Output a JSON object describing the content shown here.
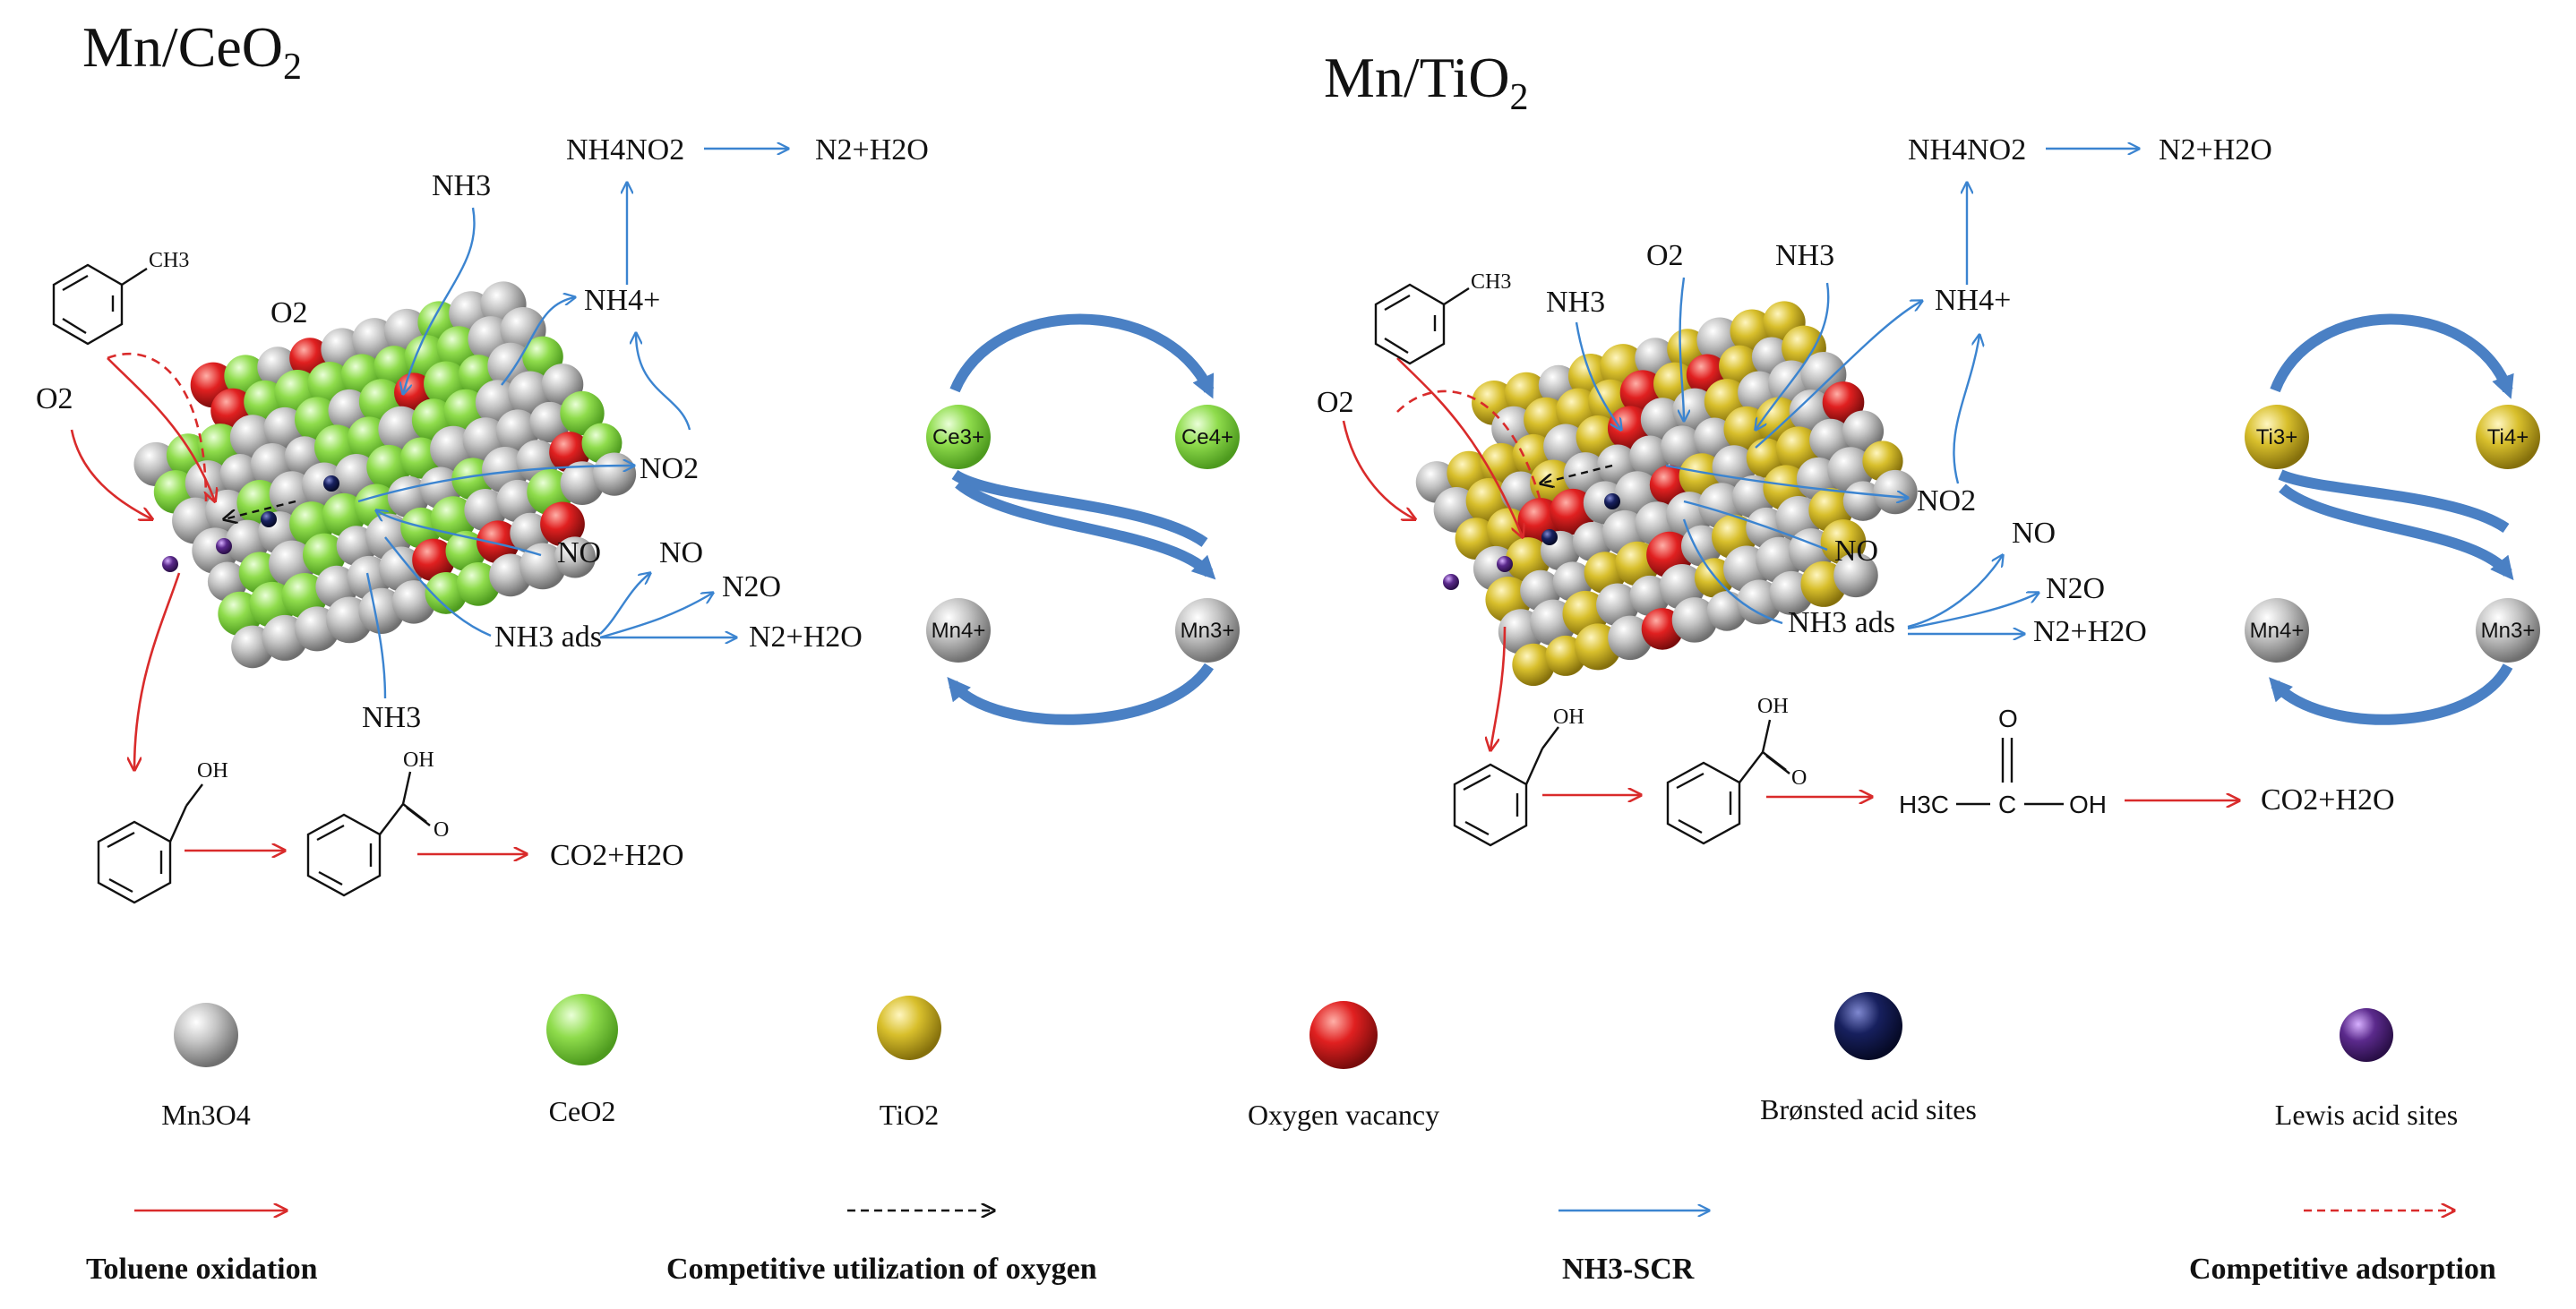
{
  "titles": {
    "left_html": [
      "Mn/CeO",
      "2"
    ],
    "right_html": [
      "Mn/TiO",
      "2"
    ]
  },
  "left": {
    "nh4no2": "NH4NO2",
    "n2h2o_top": "N2+H2O",
    "nh3_top": "NH3",
    "nh4": "NH4+",
    "o2_a": "O2",
    "o2_b": "O2",
    "no2": "NO2",
    "no_a": "NO",
    "no_b": "NO",
    "n2o": "N2O",
    "nh3_ads": "NH3 ads",
    "n2h2o_mid": "N2+H2O",
    "nh3_bottom": "NH3",
    "co2h2o": "CO2+H2O",
    "ch3": "CH3",
    "oh_a": "OH",
    "oh_b": "OH",
    "o_b": "O"
  },
  "right": {
    "nh4no2": "NH4NO2",
    "n2h2o_top": "N2+H2O",
    "nh3_a": "NH3",
    "o2_a": "O2",
    "nh3_b": "NH3",
    "nh4": "NH4+",
    "o2_b": "O2",
    "no2": "NO2",
    "no_a": "NO",
    "no_b": "NO",
    "n2o": "N2O",
    "nh3_ads": "NH3 ads",
    "n2h2o_mid": "N2+H2O",
    "co2h2o": "CO2+H2O",
    "ch3": "CH3",
    "oh_a": "OH",
    "oh_b": "OH",
    "o_b": "O",
    "acetic_h3c": "H3C",
    "acetic_c": "C",
    "acetic_oh": "OH",
    "acetic_o": "O"
  },
  "cycles": {
    "ce3": "Ce3+",
    "ce4": "Ce4+",
    "mn4_l": "Mn4+",
    "mn3_l": "Mn3+",
    "ti3": "Ti3+",
    "ti4": "Ti4+",
    "mn4_r": "Mn4+",
    "mn3_r": "Mn3+"
  },
  "legend": {
    "mn3o4": "Mn3O4",
    "ceo2": "CeO2",
    "tio2": "TiO2",
    "vacancy": "Oxygen vacancy",
    "bronsted": "Brønsted acid sites",
    "lewis": "Lewis acid sites",
    "toluene": "Toluene oxidation",
    "oxygen": "Competitive utilization of oxygen",
    "scr": "NH3-SCR",
    "adsorption": "Competitive adsorption"
  },
  "colors": {
    "mn3o4": "#b3b3b3",
    "ceo2": "#8fdc4c",
    "tio2": "#d8bf2c",
    "vacancy": "#e02020",
    "bronsted": "#17205e",
    "lewis": "#5b2a8c",
    "red_arrow": "#d92b2b",
    "blue_arrow": "#3b84d0",
    "cycle": "#4a80c4"
  }
}
